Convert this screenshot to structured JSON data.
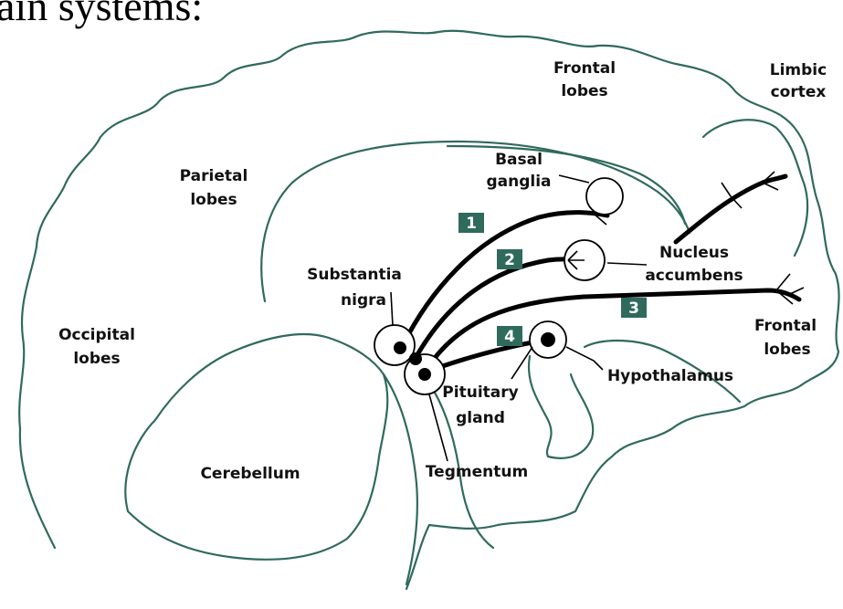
{
  "title": "ain systems:",
  "colors": {
    "outline": "#2f6a5d",
    "badge": "#2f6a5d",
    "pathway": "#000000"
  },
  "labels": {
    "frontal_lobes_top": [
      "Frontal",
      "lobes"
    ],
    "limbic_cortex": [
      "Limbic",
      "cortex"
    ],
    "basal_ganglia": [
      "Basal",
      "ganglia"
    ],
    "parietal_lobes": [
      "Parietal",
      "lobes"
    ],
    "nucleus_accumbens": [
      "Nucleus",
      "accumbens"
    ],
    "substantia_nigra": [
      "Substantia",
      "nigra"
    ],
    "occipital_lobes": [
      "Occipital",
      "lobes"
    ],
    "frontal_lobes_right": [
      "Frontal",
      "lobes"
    ],
    "hypothalamus": "Hypothalamus",
    "pituitary_gland": [
      "Pituitary",
      "gland"
    ],
    "cerebellum": "Cerebellum",
    "tegmentum": "Tegmentum"
  },
  "pathways": [
    "1",
    "2",
    "3",
    "4"
  ]
}
